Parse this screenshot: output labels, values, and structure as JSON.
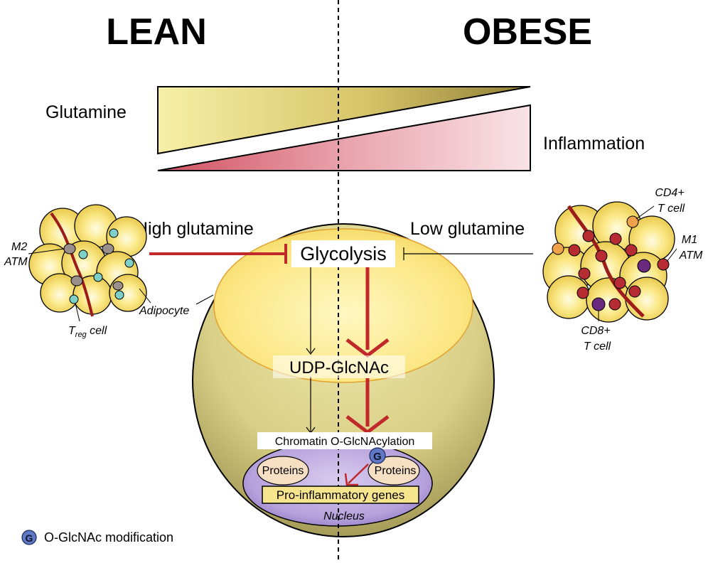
{
  "headings": {
    "left": "LEAN",
    "right": "OBESE"
  },
  "gradients": {
    "top_label": "Glutamine",
    "bottom_label": "Inflammation"
  },
  "lean": {
    "high_glutamine": "High glutamine",
    "m2_line1": "M2",
    "m2_line2": "ATM",
    "treg_main": "T",
    "treg_sub": "reg",
    "treg_tail": " cell",
    "adipocyte": "Adipocyte"
  },
  "obese": {
    "low_glutamine": "Low glutamine",
    "cd4_line1": "CD4+",
    "cd4_line2": "T cell",
    "m1_line1": "M1",
    "m1_line2": "ATM",
    "cd8_line1": "CD8+",
    "cd8_line2": "T cell"
  },
  "pathway": {
    "glycolysis": "Glycolysis",
    "udp": "UDP-GlcNAc",
    "chromatin": "Chromatin O-GlcNAcylation",
    "proteins_left": "Proteins",
    "proteins_right": "Proteins",
    "g_marker": "G",
    "genes": "Pro-inflammatory genes",
    "nucleus": "Nucleus"
  },
  "legend": {
    "marker": "G",
    "label": "O-GlcNAc modification"
  },
  "colors": {
    "arrow_red": "#c0282a",
    "glutamine_gradient_start": "#f4eda0",
    "glutamine_gradient_end": "#9a8a3c",
    "inflammation_gradient_start": "#d65a6a",
    "inflammation_gradient_end": "#f8dde2",
    "cell_yellow": "#f2d85a",
    "nucleus_purple": "#a68fd0",
    "g_marker_blue": "#5f78c4"
  }
}
